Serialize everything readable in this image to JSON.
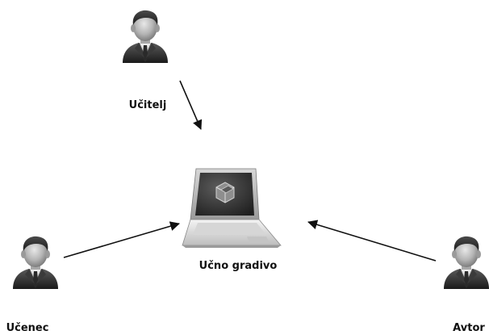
{
  "diagram": {
    "nodes": {
      "teacher": {
        "label": "Učitelj",
        "icon": "person-icon"
      },
      "laptop": {
        "label": "Učno gradivo",
        "icon": "laptop-icon"
      },
      "student": {
        "label": "Učenec",
        "icon": "person-icon"
      },
      "author": {
        "label": "Avtor",
        "icon": "person-icon"
      }
    },
    "edges": [
      {
        "from": "teacher",
        "to": "laptop"
      },
      {
        "from": "student",
        "to": "laptop"
      },
      {
        "from": "author",
        "to": "laptop"
      }
    ]
  }
}
